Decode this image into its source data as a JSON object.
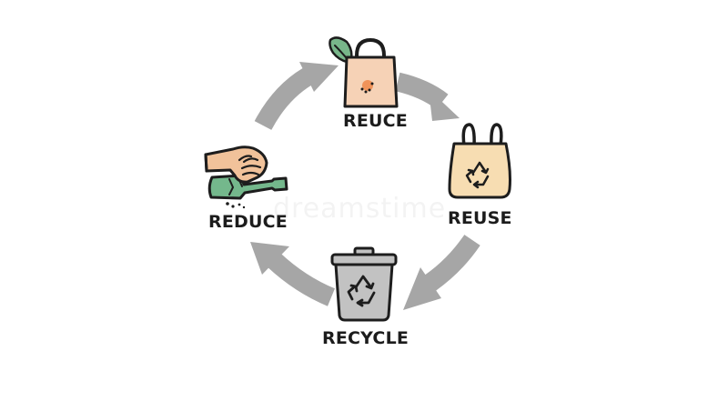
{
  "diagram": {
    "labels": {
      "top": "REUCE",
      "right": "REUSE",
      "bottom": "RECYCLE",
      "left": "REDUCE"
    },
    "watermark": "dreamstime"
  },
  "colors": {
    "arrow": "#a6a6a6",
    "outline": "#1d1d1d",
    "bag_top": "#f6d2b6",
    "bag_right": "#f7ddb2",
    "bin": "#c2c2c2",
    "bottle": "#74b88c",
    "leaf": "#78b68a",
    "skin": "#f1c29a",
    "dot_accent": "#f0935a"
  },
  "icons": {
    "top": "shopping-bag-with-leaf-icon",
    "right": "tote-bag-recycle-icon",
    "bottom": "recycle-bin-icon",
    "left": "hand-crushing-bottle-icon"
  }
}
